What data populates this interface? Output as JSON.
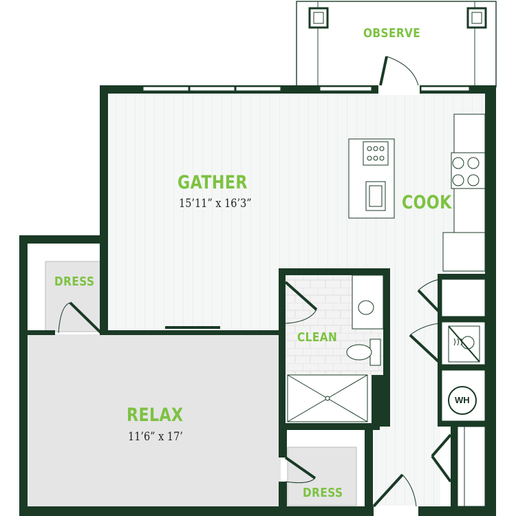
{
  "rooms": {
    "gather": {
      "name": "GATHER",
      "dims": "15’11” x 16’3”"
    },
    "cook": {
      "name": "COOK"
    },
    "observe": {
      "name": "OBSERVE"
    },
    "dress_top": {
      "name": "DRESS"
    },
    "dress_bottom": {
      "name": "DRESS"
    },
    "clean": {
      "name": "CLEAN"
    },
    "relax": {
      "name": "RELAX",
      "dims": "11’6” x 17’"
    }
  },
  "fixtures": {
    "water_heater": {
      "label": "WH"
    }
  },
  "colors": {
    "wall": "#1a3a26",
    "label": "#7dc242",
    "floor_wood": "#f4f6f5",
    "floor_carpet": "#e6e6e6",
    "floor_tile": "#f2f2f2"
  }
}
